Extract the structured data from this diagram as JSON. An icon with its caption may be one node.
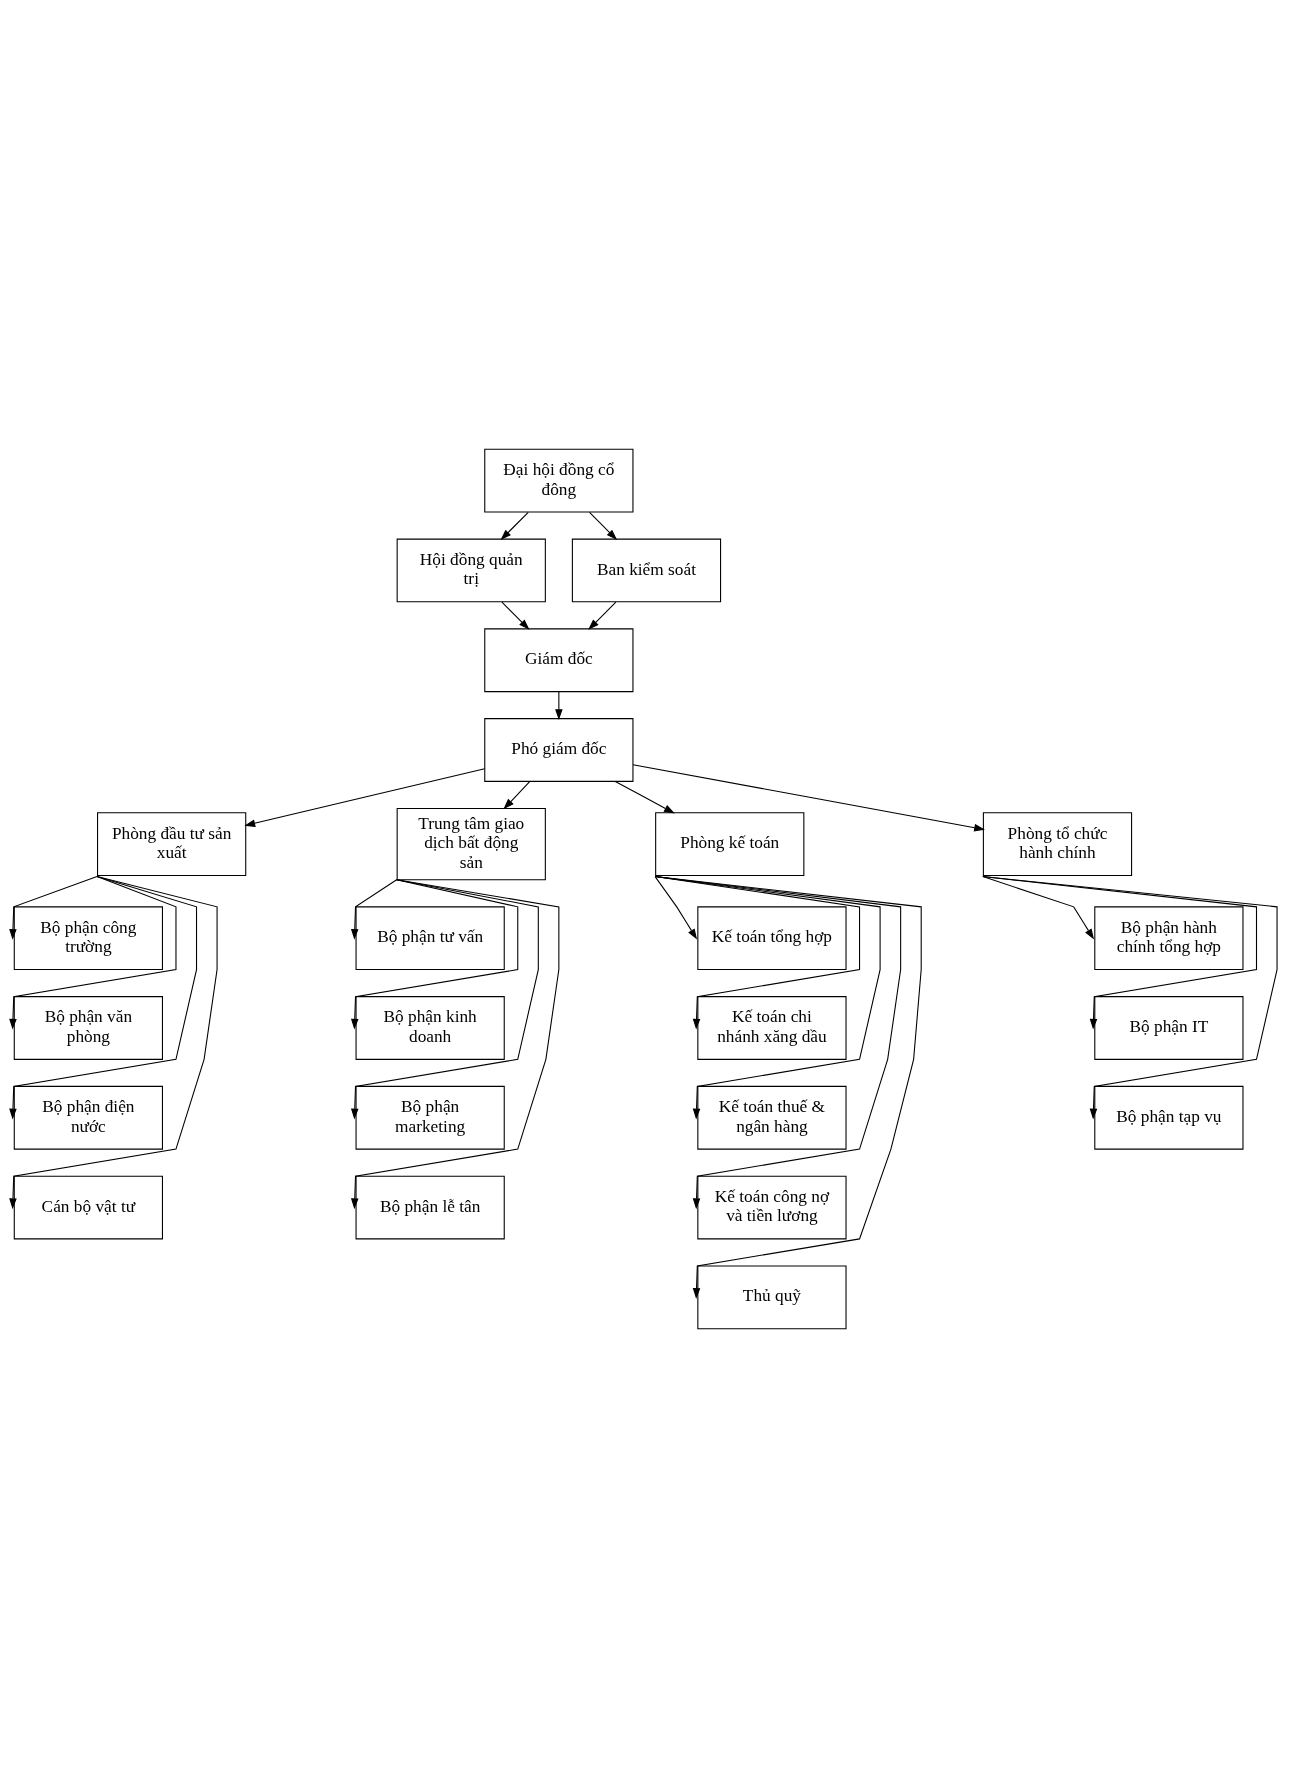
{
  "diagram": {
    "nodes": [
      {
        "text": [
          "Đại hội đồng cổ đông"
        ]
      },
      {
        "text": [
          "Hội đồng quản trị"
        ]
      },
      {
        "text": [
          "Ban kiểm soát"
        ]
      },
      {
        "text": [
          "Giám đốc"
        ]
      },
      {
        "text": [
          "Phó giám đốc"
        ]
      },
      {
        "text": [
          "Phòng đầu tư sản xuất"
        ]
      },
      {
        "text": [
          "Trung tâm giao dịch bất động sản"
        ]
      },
      {
        "text": [
          "Phòng kế toán"
        ]
      },
      {
        "text": [
          "Phòng tổ chức hành chính"
        ]
      },
      {
        "text": [
          "Bộ phận công trường"
        ]
      },
      {
        "text": [
          "Bộ phận văn phòng"
        ]
      },
      {
        "text": [
          "Bộ phận điện nước"
        ]
      },
      {
        "text": [
          "Cán bộ vật tư"
        ]
      },
      {
        "text": [
          "Bộ phận tư vấn"
        ]
      },
      {
        "text": [
          "Bộ phận kinh doanh"
        ]
      },
      {
        "text": [
          "Bộ phận marketing"
        ]
      },
      {
        "text": [
          "Bộ phận lễ tân"
        ]
      },
      {
        "text": [
          "Kế toán tổng hợp"
        ]
      },
      {
        "text": [
          "Kế toán chi nhánh xăng dầu"
        ]
      },
      {
        "text": [
          "Kế toán thuế & ngân hàng"
        ]
      },
      {
        "text": [
          "Kế toán công nợ và tiền lương"
        ]
      },
      {
        "text": [
          "Thủ quỹ"
        ]
      },
      {
        "text": [
          "Bộ phận hành chính tổng hợp"
        ]
      },
      {
        "text": [
          "Bộ phận IT"
        ]
      },
      {
        "text": [
          "Bộ phận tạp vụ"
        ]
      }
    ],
    "edges": [
      {
        "from": 0,
        "to": 1,
        "arrow": "to"
      },
      {
        "from": 0,
        "to": 2,
        "arrow": "to"
      },
      {
        "from": 1,
        "to": 3,
        "arrow": "to"
      },
      {
        "from": 2,
        "to": 3,
        "arrow": "to"
      },
      {
        "from": 3,
        "to": 4,
        "arrow": "to"
      },
      {
        "from": 4,
        "to": 5,
        "arrow": "to"
      },
      {
        "from": 4,
        "to": 6,
        "arrow": "to"
      },
      {
        "from": 4,
        "to": 7,
        "arrow": "to"
      },
      {
        "from": 4,
        "to": 8,
        "arrow": "to"
      },
      {
        "from": 5,
        "to": 9,
        "arrow": "to"
      },
      {
        "from": 5,
        "to": 10,
        "arrow": "to"
      },
      {
        "from": 5,
        "to": 11,
        "arrow": "to"
      },
      {
        "from": 5,
        "to": 12,
        "arrow": "to"
      },
      {
        "from": 6,
        "to": 13,
        "arrow": "to"
      },
      {
        "from": 6,
        "to": 14,
        "arrow": "to"
      },
      {
        "from": 6,
        "to": 15,
        "arrow": "to"
      },
      {
        "from": 6,
        "to": 16,
        "arrow": "to"
      },
      {
        "from": 7,
        "to": 17,
        "arrow": "to"
      },
      {
        "from": 7,
        "to": 18,
        "arrow": "to"
      },
      {
        "from": 7,
        "to": 19,
        "arrow": "to"
      },
      {
        "from": 7,
        "to": 20,
        "arrow": "to"
      },
      {
        "from": 7,
        "to": 21,
        "arrow": "to"
      },
      {
        "from": 8,
        "to": 22,
        "arrow": "to"
      },
      {
        "from": 8,
        "to": 23,
        "arrow": "to"
      },
      {
        "from": 8,
        "to": 24,
        "arrow": "to"
      }
    ]
  }
}
